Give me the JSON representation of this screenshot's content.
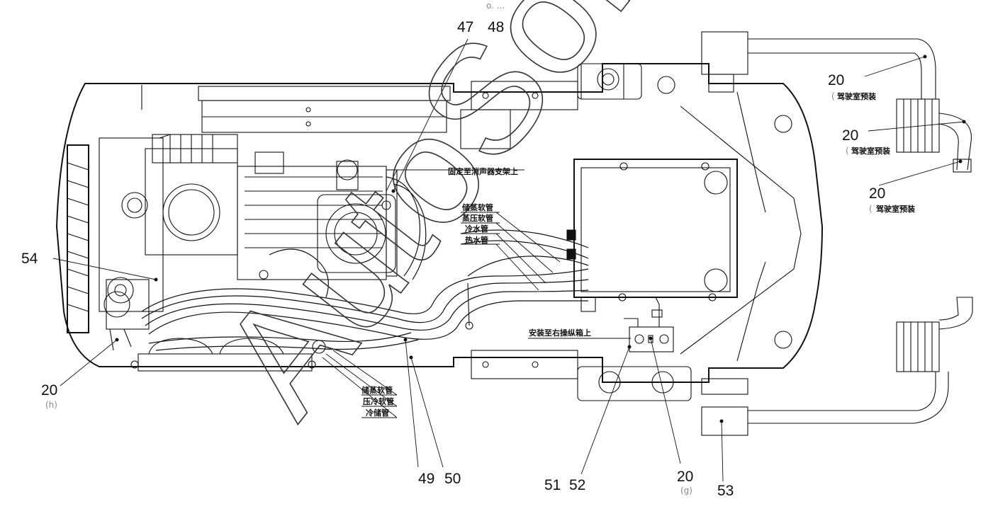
{
  "callouts": {
    "n47": "47",
    "n48": "48",
    "n48_small": "o. ...",
    "n54": "54",
    "n20_h": "20",
    "n20_h_sub": "(h)",
    "n49": "49",
    "n50": "50",
    "n51": "51",
    "n52": "52",
    "n20_g": "20",
    "n20_g_sub": "(g)",
    "n53": "53",
    "n20_r1": "20",
    "n20_r1_sub": "(",
    "n20_r2": "20",
    "n20_r2_sub": "(",
    "n20_r3": "20",
    "n20_r3_sub": "("
  },
  "labels": {
    "fix_muffler": "固定至消声器支架上",
    "upper_hose1": "储蒸软管",
    "upper_hose2": "蒸压软管",
    "upper_hose3": "冷水管",
    "upper_hose4": "热水管",
    "lower_hose1": "储蒸软管",
    "lower_hose2": "压冷软管",
    "lower_hose3": "冷储管",
    "install_right": "安装至右操纵箱上",
    "cab_pre1": "驾驶室预装",
    "cab_pre2": "驾驶室预装",
    "cab_pre3": "驾驶室预装"
  },
  "watermark": {
    "text": "AutoSoft"
  }
}
